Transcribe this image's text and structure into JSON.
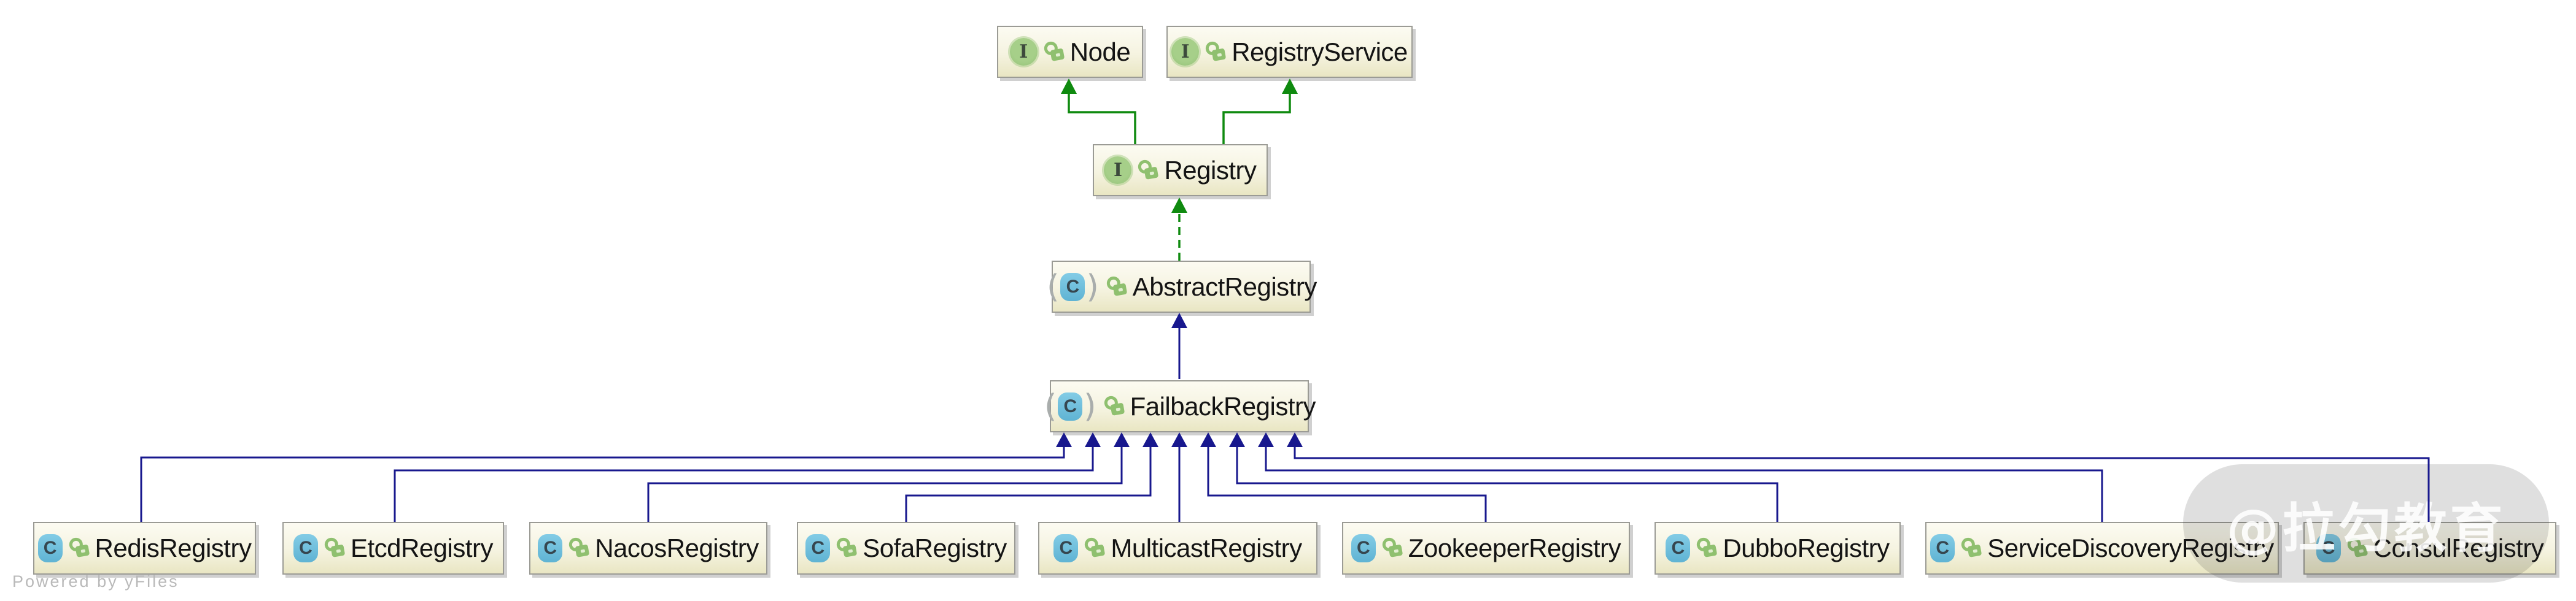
{
  "diagram": {
    "kind": "uml-class-hierarchy",
    "icons": {
      "interface_letter": "I",
      "class_letter": "C",
      "visibility_icon": "unlocked-padlock-public"
    },
    "nodes": {
      "node": {
        "label": "Node",
        "stereotype": "interface",
        "visibility": "public"
      },
      "registry_service": {
        "label": "RegistryService",
        "stereotype": "interface",
        "visibility": "public"
      },
      "registry": {
        "label": "Registry",
        "stereotype": "interface",
        "visibility": "public"
      },
      "abstract_registry": {
        "label": "AbstractRegistry",
        "stereotype": "abstract-class",
        "visibility": "public"
      },
      "failback_registry": {
        "label": "FailbackRegistry",
        "stereotype": "abstract-class",
        "visibility": "public"
      },
      "redis_registry": {
        "label": "RedisRegistry",
        "stereotype": "class",
        "visibility": "public"
      },
      "etcd_registry": {
        "label": "EtcdRegistry",
        "stereotype": "class",
        "visibility": "public"
      },
      "nacos_registry": {
        "label": "NacosRegistry",
        "stereotype": "class",
        "visibility": "public"
      },
      "sofa_registry": {
        "label": "SofaRegistry",
        "stereotype": "class",
        "visibility": "public"
      },
      "multicast_registry": {
        "label": "MulticastRegistry",
        "stereotype": "class",
        "visibility": "public"
      },
      "zookeeper_registry": {
        "label": "ZookeeperRegistry",
        "stereotype": "class",
        "visibility": "public"
      },
      "dubbo_registry": {
        "label": "DubboRegistry",
        "stereotype": "class",
        "visibility": "public"
      },
      "service_discovery_registry": {
        "label": "ServiceDiscoveryRegistry",
        "stereotype": "class",
        "visibility": "public"
      },
      "consul_registry": {
        "label": "ConsulRegistry",
        "stereotype": "class",
        "visibility": "public"
      }
    },
    "relationships": [
      {
        "from": "Registry",
        "to": "Node",
        "type": "extends",
        "style": "solid-green"
      },
      {
        "from": "Registry",
        "to": "RegistryService",
        "type": "extends",
        "style": "solid-green"
      },
      {
        "from": "AbstractRegistry",
        "to": "Registry",
        "type": "implements",
        "style": "dashed-green"
      },
      {
        "from": "FailbackRegistry",
        "to": "AbstractRegistry",
        "type": "extends",
        "style": "solid-navy"
      },
      {
        "from": "RedisRegistry",
        "to": "FailbackRegistry",
        "type": "extends",
        "style": "solid-navy"
      },
      {
        "from": "EtcdRegistry",
        "to": "FailbackRegistry",
        "type": "extends",
        "style": "solid-navy"
      },
      {
        "from": "NacosRegistry",
        "to": "FailbackRegistry",
        "type": "extends",
        "style": "solid-navy"
      },
      {
        "from": "SofaRegistry",
        "to": "FailbackRegistry",
        "type": "extends",
        "style": "solid-navy"
      },
      {
        "from": "MulticastRegistry",
        "to": "FailbackRegistry",
        "type": "extends",
        "style": "solid-navy"
      },
      {
        "from": "ZookeeperRegistry",
        "to": "FailbackRegistry",
        "type": "extends",
        "style": "solid-navy"
      },
      {
        "from": "DubboRegistry",
        "to": "FailbackRegistry",
        "type": "extends",
        "style": "solid-navy"
      },
      {
        "from": "ServiceDiscoveryRegistry",
        "to": "FailbackRegistry",
        "type": "extends",
        "style": "solid-navy"
      },
      {
        "from": "ConsulRegistry",
        "to": "FailbackRegistry",
        "type": "extends",
        "style": "solid-navy"
      }
    ],
    "colors": {
      "interface_edge_green": "#0f8a0f",
      "class_edge_navy": "#18188e",
      "node_fill_top": "#fcfbf2",
      "node_fill_bottom": "#e9e6c3",
      "node_border": "#9b9b95",
      "interface_icon_green": "#9cc77e",
      "class_icon_blue": "#6fc0dd",
      "lock_icon_green": "#8fc06f",
      "watermark_text_color": "#ffffff"
    },
    "watermark": {
      "text": "@拉勾教育"
    },
    "footer": {
      "powered_by": "Powered by yFiles"
    }
  }
}
